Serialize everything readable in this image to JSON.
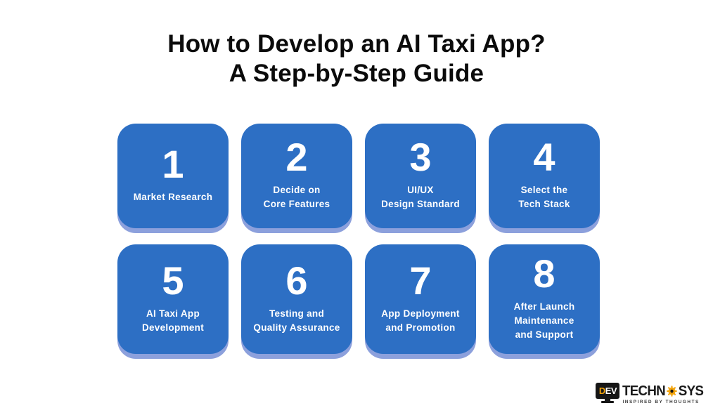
{
  "title": {
    "line1": "How to Develop an AI Taxi App?",
    "line2": "A Step-by-Step Guide"
  },
  "steps": [
    {
      "number": "1",
      "label": "Market Research"
    },
    {
      "number": "2",
      "label": "Decide on\nCore Features"
    },
    {
      "number": "3",
      "label": "UI/UX\nDesign Standard"
    },
    {
      "number": "4",
      "label": "Select the\nTech Stack"
    },
    {
      "number": "5",
      "label": "AI Taxi App\nDevelopment"
    },
    {
      "number": "6",
      "label": "Testing and\nQuality Assurance"
    },
    {
      "number": "7",
      "label": "App Deployment\nand Promotion"
    },
    {
      "number": "8",
      "label": "After Launch\nMaintenance\nand Support"
    }
  ],
  "logo": {
    "monitor_text": "DEV",
    "brand_left": "TECHN",
    "brand_right": "SYS",
    "tagline": "INSPIRED BY THOUGHTS",
    "icons": {
      "monitor": "monitor-icon",
      "gear": "gear-icon"
    }
  },
  "colors": {
    "background": "#FFFFFF",
    "card_blue": "#2D6FC4",
    "card_bottom_edge": "#8CA0DC",
    "card_text": "#FFFFFF",
    "title_black": "#0B0B0B",
    "logo_black": "#161616",
    "logo_orange": "#F2A30B"
  }
}
